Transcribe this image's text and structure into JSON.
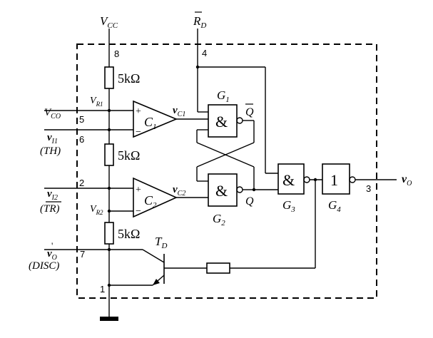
{
  "labels": {
    "vcc_main": "V",
    "vcc_sub": "CC",
    "rd_main": "R",
    "rd_sub": "D",
    "vco_main": "V",
    "vco_sub": "CO",
    "vi1_main": "v",
    "vi1_sub": "I1",
    "th": "(TH)",
    "vi2_main": "v",
    "vi2_sub": "I2",
    "tr": "(TR)",
    "vo_prime_main": "v",
    "vo_prime_sub": "O",
    "vo_prime_mark": "'",
    "disc": "(DISC)",
    "vo_main": "v",
    "vo_sub": "O",
    "vr1_main": "V",
    "vr1_sub": "R1",
    "vr2_main": "V",
    "vr2_sub": "R2",
    "vc1_main": "v",
    "vc1_sub": "C1",
    "vc2_main": "v",
    "vc2_sub": "C2",
    "c1_main": "C",
    "c1_sub": "1",
    "c2_main": "C",
    "c2_sub": "2",
    "g1_main": "G",
    "g1_sub": "1",
    "g2_main": "G",
    "g2_sub": "2",
    "g3_main": "G",
    "g3_sub": "3",
    "g4_main": "G",
    "g4_sub": "4",
    "td_main": "T",
    "td_sub": "D",
    "q": "Q",
    "q_bar": "Q",
    "and_symbol": "&",
    "not_symbol": "1",
    "plus": "+",
    "minus": "−"
  },
  "resistors": {
    "r1": "5kΩ",
    "r2": "5kΩ",
    "r3": "5kΩ"
  },
  "pins": {
    "p8": "8",
    "p4": "4",
    "p5": "5",
    "p6": "6",
    "p2": "2",
    "p7": "7",
    "p1": "1",
    "p3": "3"
  }
}
